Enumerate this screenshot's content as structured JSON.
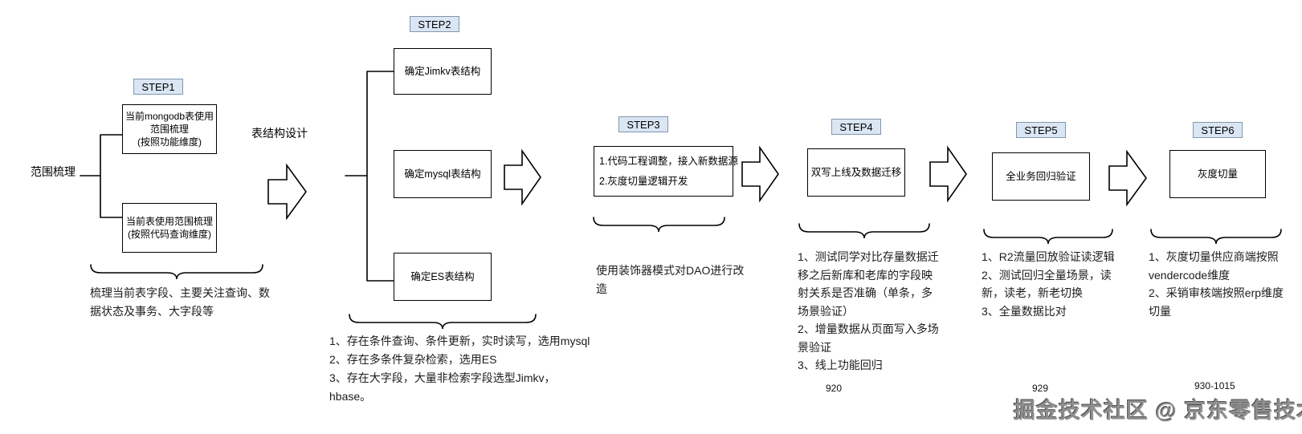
{
  "labels": {
    "scope": "范围梳理",
    "table_design": "表结构设计"
  },
  "steps": [
    {
      "badge": "STEP1",
      "box_top_lines": [
        "当前mongodb表使用",
        "范围梳理",
        "(按照功能维度)"
      ],
      "box_bottom_lines": [
        "当前表使用范围梳理",
        "(按照代码查询维度)"
      ],
      "note_lines": [
        "梳理当前表字段、主要关注查询、数",
        "据状态及事务、大字段等"
      ]
    },
    {
      "badge": "STEP2",
      "box_jimkv": "确定Jimkv表结构",
      "box_mysql": "确定mysql表结构",
      "box_es": "确定ES表结构",
      "note_lines": [
        "1、存在条件查询、条件更新，实时读写，选用mysql",
        "2、存在多条件复杂检索，选用ES",
        "3、存在大字段，大量非检索字段选型Jimkv，",
        "hbase。"
      ]
    },
    {
      "badge": "STEP3",
      "box_lines": [
        "1.代码工程调整，接入新数据源",
        "2.灰度切量逻辑开发"
      ],
      "note_lines": [
        "使用装饰器模式对DAO进行改",
        "造"
      ]
    },
    {
      "badge": "STEP4",
      "box": "双写上线及数据迁移",
      "note_lines": [
        "1、测试同学对比存量数据迁",
        "移之后新库和老库的字段映",
        "射关系是否准确（单条，多",
        "场景验证）",
        "2、增量数据从页面写入多场",
        "景验证",
        "3、线上功能回归"
      ],
      "date": "920"
    },
    {
      "badge": "STEP5",
      "box": "全业务回归验证",
      "note_lines": [
        "1、R2流量回放验证读逻辑",
        "2、测试回归全量场景，读",
        "新，读老，新老切换",
        "3、全量数据比对"
      ],
      "date": "929"
    },
    {
      "badge": "STEP6",
      "box": "灰度切量",
      "note_lines": [
        "1、灰度切量供应商端按照",
        "vendercode维度",
        "2、采销审核端按照erp维度",
        "切量"
      ],
      "date": "930-1015"
    }
  ],
  "watermark": "掘金技术社区 @ 京东零售技术"
}
